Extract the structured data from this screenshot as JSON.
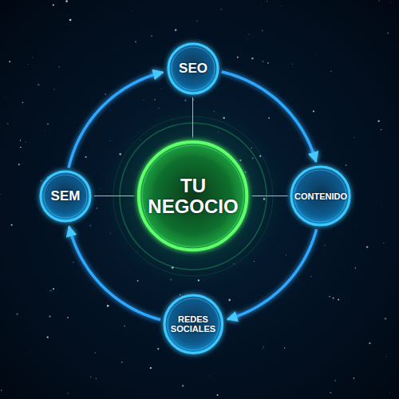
{
  "diagram": {
    "nodes": [
      {
        "text": [
          "SEO"
        ]
      },
      {
        "text": [
          "SEM"
        ]
      },
      {
        "text": [
          "TU NEGOCIO"
        ]
      },
      {
        "text": [
          "CONTENIDO"
        ]
      },
      {
        "text": [
          "REDES SOCIALES"
        ]
      }
    ],
    "edges": [
      {
        "from": 0,
        "to": 2,
        "arrow": "to"
      },
      {
        "from": 1,
        "to": 2,
        "arrow": "to"
      },
      {
        "from": 3,
        "to": 2,
        "arrow": "to"
      },
      {
        "from": 4,
        "to": 2,
        "arrow": "to"
      },
      {
        "from": 0,
        "to": 3,
        "arrow": "to"
      },
      {
        "from": 3,
        "to": 4,
        "arrow": "to"
      },
      {
        "from": 4,
        "to": 1,
        "arrow": "to"
      },
      {
        "from": 1,
        "to": 0,
        "arrow": "to"
      }
    ]
  }
}
